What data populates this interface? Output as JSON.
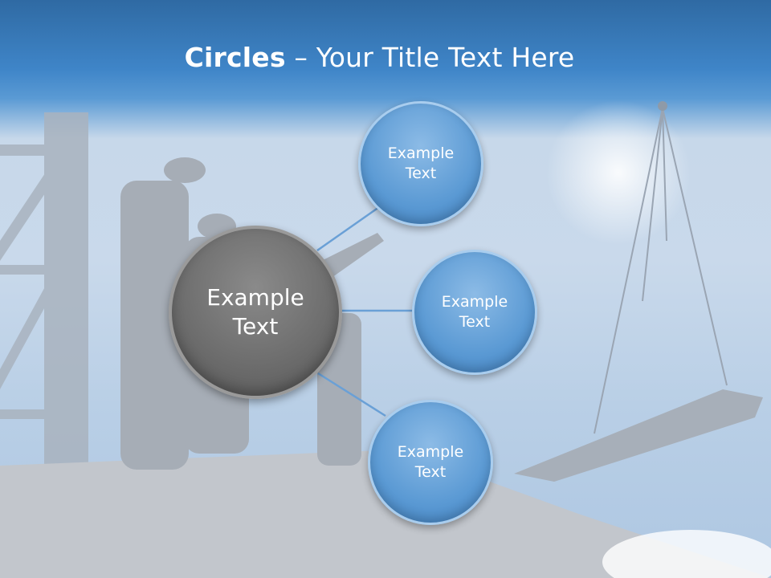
{
  "title": {
    "bold": "Circles",
    "rest": " – Your Title Text Here"
  },
  "diagram": {
    "center": {
      "label": "Example\nText"
    },
    "nodes": [
      {
        "label": "Example\nText"
      },
      {
        "label": "Example\nText"
      },
      {
        "label": "Example\nText"
      }
    ]
  },
  "colors": {
    "header": "#3f85c8",
    "node_fill": "#5b9ad4",
    "center_fill": "#6e6e6e",
    "connector": "#6aa0d6"
  }
}
